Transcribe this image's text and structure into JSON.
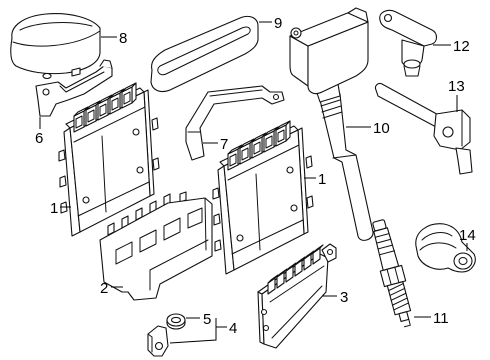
{
  "diagram": {
    "callouts": {
      "part_8": "8",
      "part_9": "9",
      "part_12": "12",
      "part_6": "6",
      "part_7": "7",
      "part_10": "10",
      "part_13": "13",
      "part_1_right": "1",
      "part_1_left": "1",
      "part_14": "14",
      "part_2": "2",
      "part_3": "3",
      "part_5": "5",
      "part_4": "4",
      "part_11": "11"
    }
  }
}
